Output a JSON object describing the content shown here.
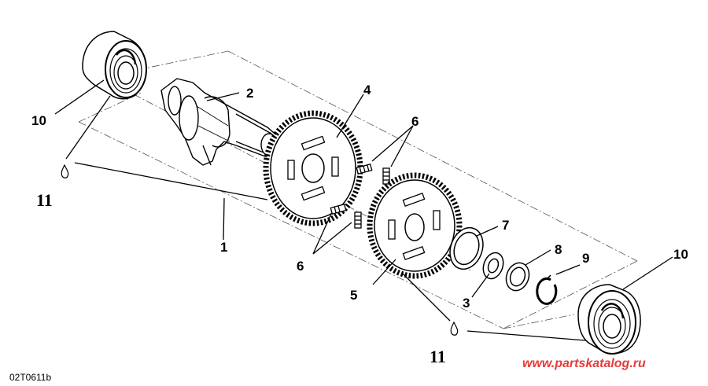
{
  "diagram": {
    "drawing_code": "02T0611b",
    "watermark": "www.partskatalog.ru",
    "callouts": {
      "c1": "1",
      "c2": "2",
      "c3": "3",
      "c4": "4",
      "c5": "5",
      "c6_top": "6",
      "c6_bottom": "6",
      "c7": "7",
      "c8": "8",
      "c9": "9",
      "c10_left": "10",
      "c10_right": "10",
      "c11_left": "11",
      "c11_right": "11"
    }
  }
}
